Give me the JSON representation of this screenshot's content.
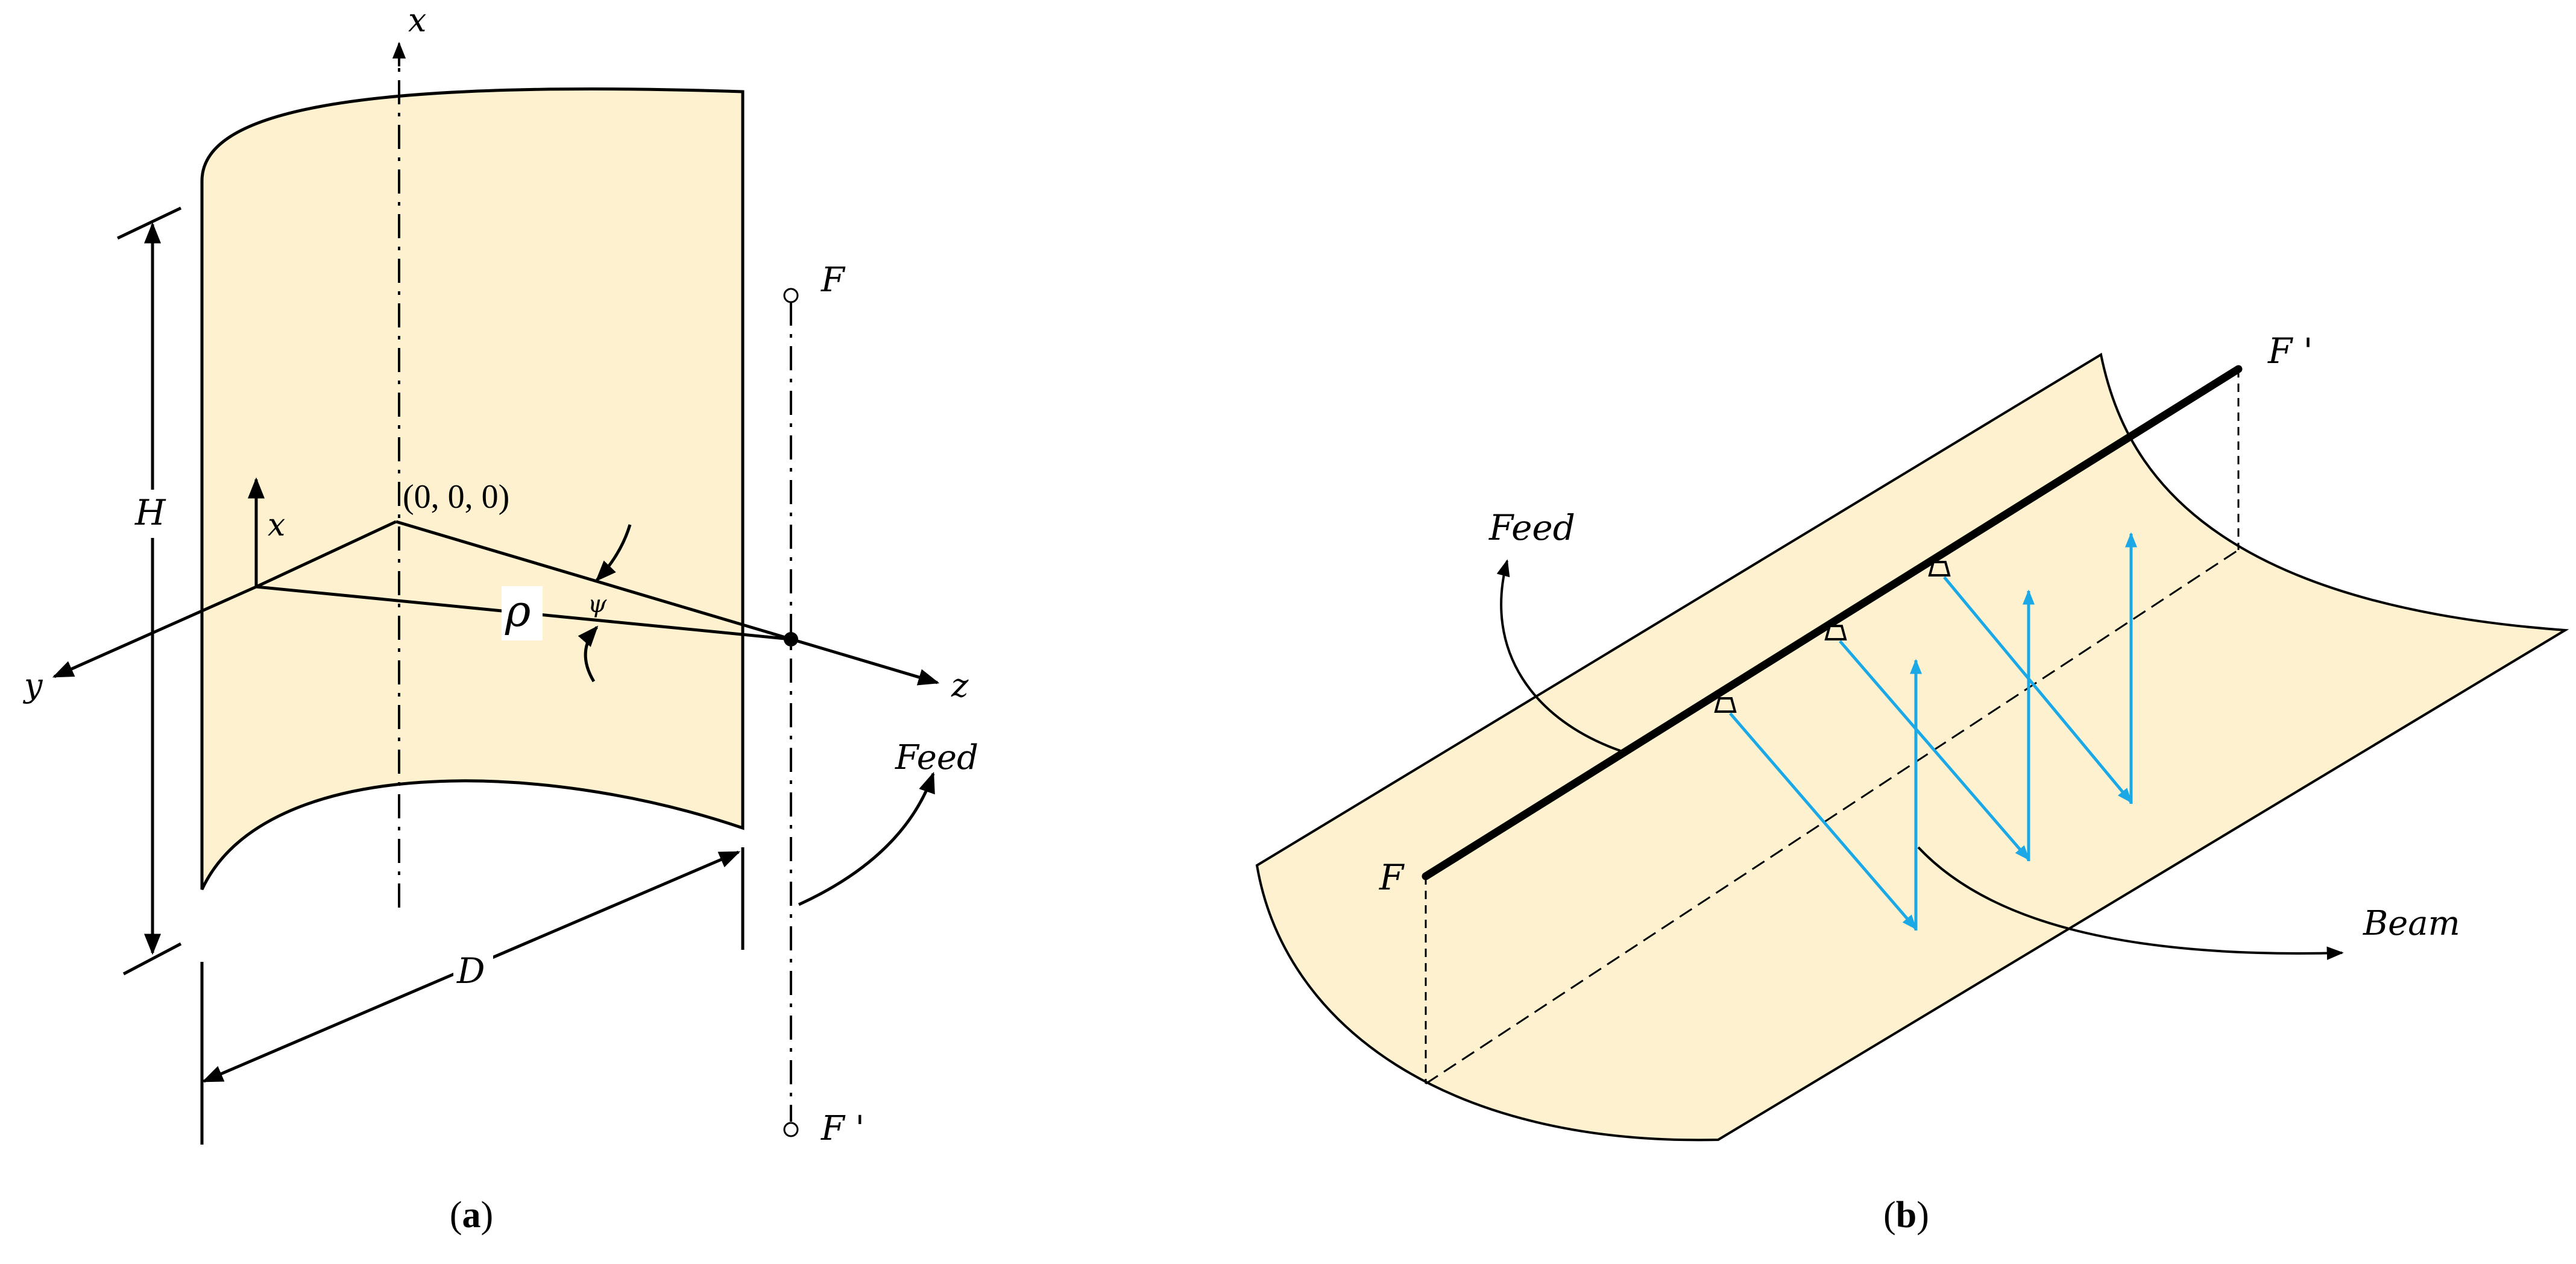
{
  "colors": {
    "surface": "#fdf1cf",
    "stroke": "#000000",
    "beam": "#1aa9e6"
  },
  "panel_a": {
    "axis_x_top": "x",
    "axis_x_small": "x",
    "axis_y": "y",
    "axis_z": "z",
    "origin": "(0, 0, 0)",
    "rho": "ρ",
    "psi": "ψ",
    "height": "H",
    "diameter": "D",
    "focus_top": "F",
    "focus_bottom": "F '",
    "feed": "Feed",
    "caption_open": "(",
    "caption_letter": "a",
    "caption_close": ")"
  },
  "panel_b": {
    "focus_start": "F",
    "focus_end": "F '",
    "feed": "Feed",
    "beam": "Beam",
    "caption_open": "(",
    "caption_letter": "b",
    "caption_close": ")"
  }
}
